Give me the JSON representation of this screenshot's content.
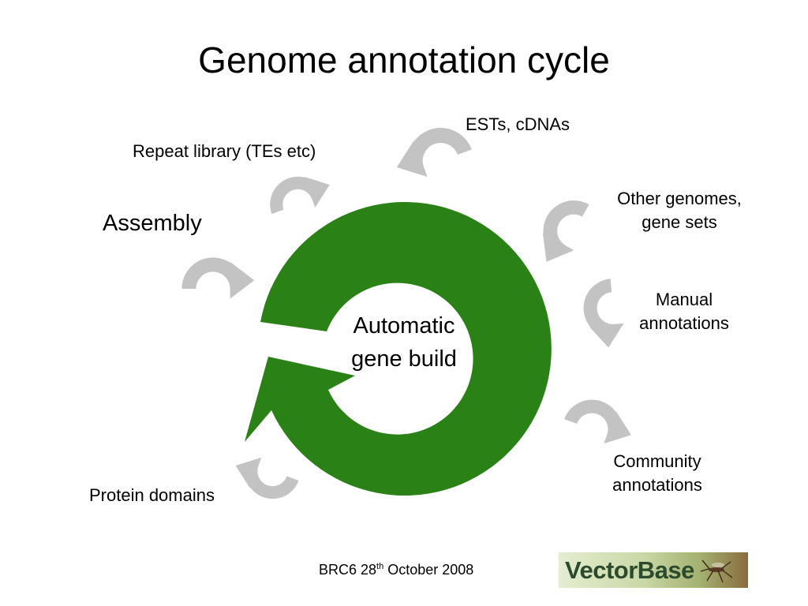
{
  "title": "Genome annotation cycle",
  "center": {
    "line1": "Automatic",
    "line2": "gene build"
  },
  "inputs": {
    "ests": "ESTs, cDNAs",
    "repeat": "Repeat library (TEs etc)",
    "assembly": "Assembly",
    "other_genomes_1": "Other genomes,",
    "other_genomes_2": "gene sets",
    "manual_1": "Manual",
    "manual_2": "annotations",
    "community_1": "Community",
    "community_2": "annotations",
    "protein": "Protein domains"
  },
  "footer": {
    "prefix": "BRC6 28",
    "sup": "th",
    "suffix": " October 2008"
  },
  "logo": {
    "text": "VectorBase"
  },
  "colors": {
    "cycle": "#2a8116",
    "arrows": "#c3c3c3"
  },
  "icons": [
    "cycle-arrow-icon",
    "curved-arrow-icon",
    "mosquito-icon"
  ]
}
